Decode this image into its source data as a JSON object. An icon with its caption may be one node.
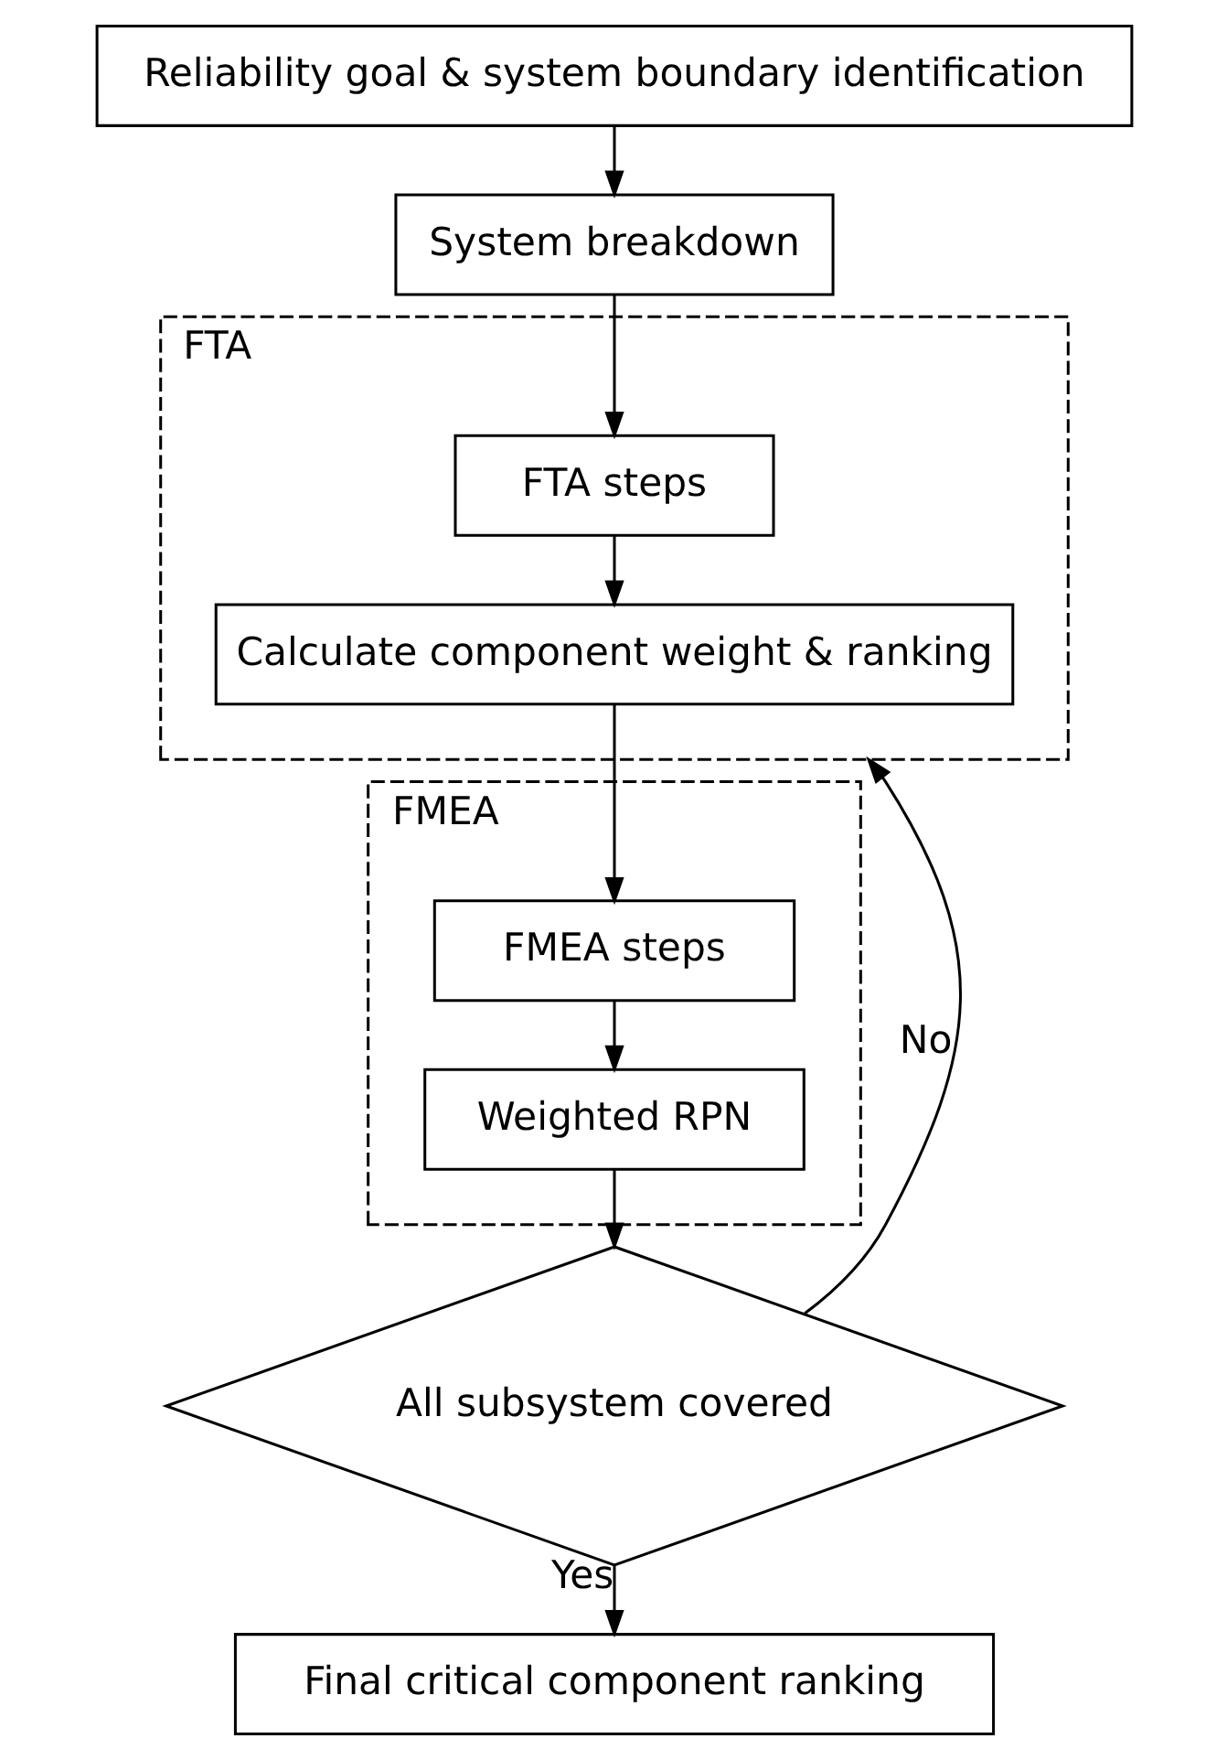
{
  "diagram": {
    "nodes": [
      {
        "text": [
          "Reliability goal & system boundary identification"
        ]
      },
      {
        "text": [
          "System breakdown"
        ]
      },
      {
        "text": [
          "FTA"
        ]
      },
      {
        "text": [
          "FTA steps"
        ],
        "in": 2
      },
      {
        "text": [
          "Calculate component weight & ranking"
        ],
        "in": 2
      },
      {
        "text": [
          "FMEA"
        ]
      },
      {
        "text": [
          "FMEA steps"
        ],
        "in": 5
      },
      {
        "text": [
          "Weighted RPN"
        ],
        "in": 5
      },
      {
        "text": [
          "All subsystem covered"
        ]
      },
      {
        "text": [
          "Final critical component ranking"
        ]
      }
    ],
    "edges": [
      {
        "from": 0,
        "to": 1,
        "arrow": "to"
      },
      {
        "from": 1,
        "to": 3,
        "arrow": "to"
      },
      {
        "from": 3,
        "to": 4,
        "arrow": "to"
      },
      {
        "from": 4,
        "to": 6,
        "arrow": "to"
      },
      {
        "from": 6,
        "to": 7,
        "arrow": "to"
      },
      {
        "from": 7,
        "to": 8,
        "arrow": "to"
      },
      {
        "from": 8,
        "to": 2,
        "arrow": "to",
        "label": "No"
      },
      {
        "from": 8,
        "to": 9,
        "arrow": "to",
        "label": "Yes"
      }
    ]
  }
}
